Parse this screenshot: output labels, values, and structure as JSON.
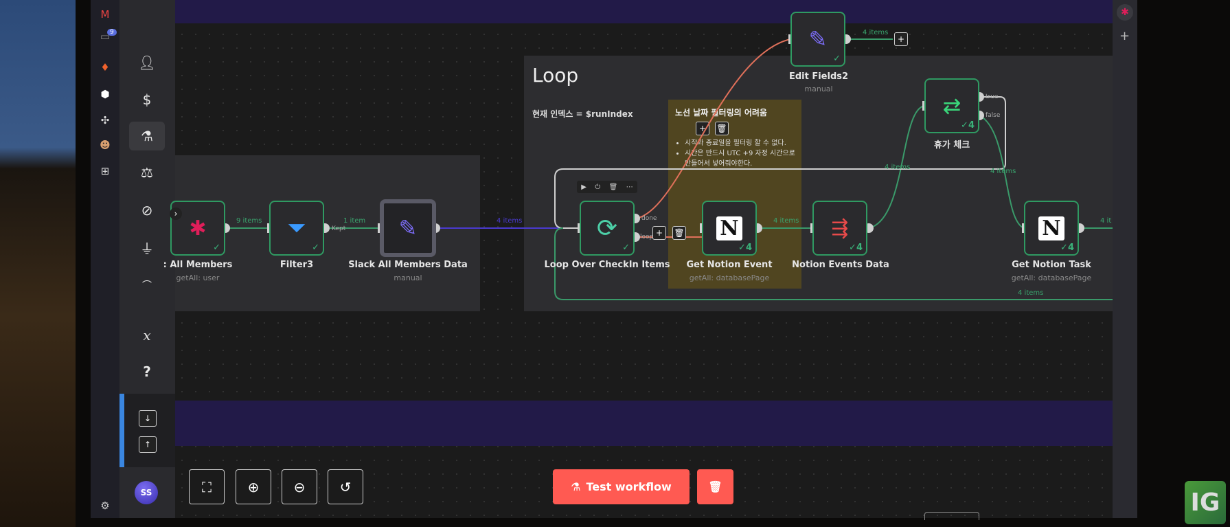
{
  "dock": {
    "items": [
      "gmail-icon",
      "app-icon",
      "gitlab-icon",
      "cube-app-icon",
      "puzzle-icon",
      "face-app-icon",
      "add-service-icon"
    ],
    "badge": "9"
  },
  "sidebar": {
    "expand": "›",
    "help": "?",
    "variables": "𝑥",
    "avatar": "SS",
    "download": "↓",
    "upload": "↑"
  },
  "groups": {
    "loop_title": "Loop",
    "loop_note": "현재 인덱스 = $runIndex"
  },
  "sticky": {
    "title": "노선 날짜 필터링의 어려움",
    "bullets": [
      "시작과 종료일을 필터링 할 수 없다.",
      "시간은 반드시 UTC +9 자정 시간으로 만들어서 넣어줘야한다."
    ]
  },
  "nodes": [
    {
      "name": "Slack All Members",
      "visible_name": ": All Members",
      "sub": "getAll: user",
      "check": "✓"
    },
    {
      "name": "Filter3",
      "sub": "",
      "check": "✓"
    },
    {
      "name": "Slack All Members Data",
      "sub": "manual",
      "check": ""
    },
    {
      "name": "Loop Over CheckIn Items",
      "sub": "",
      "check": "✓"
    },
    {
      "name": "Get Notion Event",
      "sub": "getAll: databasePage",
      "check": "✓4"
    },
    {
      "name": "Notion Events Data",
      "sub": "",
      "check": "✓4"
    },
    {
      "name": "휴가 체크",
      "sub": "",
      "check": "✓4"
    },
    {
      "name": "Get Notion Task",
      "sub": "getAll: databasePage",
      "check": "✓4"
    },
    {
      "name": "Edit Fields2",
      "sub": "manual",
      "check": "✓"
    }
  ],
  "edges": {
    "slack_filter": "9 items",
    "filter_kept": "1 item",
    "kept": "Kept",
    "samd_loop": "4 items",
    "done": "done",
    "loop": "loop",
    "events": "4 items",
    "edit_out": "4 items",
    "back_top": "4 items",
    "false_out": "4 items",
    "bottom_return": "4 items",
    "task_out": "4 it",
    "true": "true",
    "false": "false"
  },
  "controls": {
    "test_workflow": "Test workflow"
  },
  "corner_logo": "IG"
}
